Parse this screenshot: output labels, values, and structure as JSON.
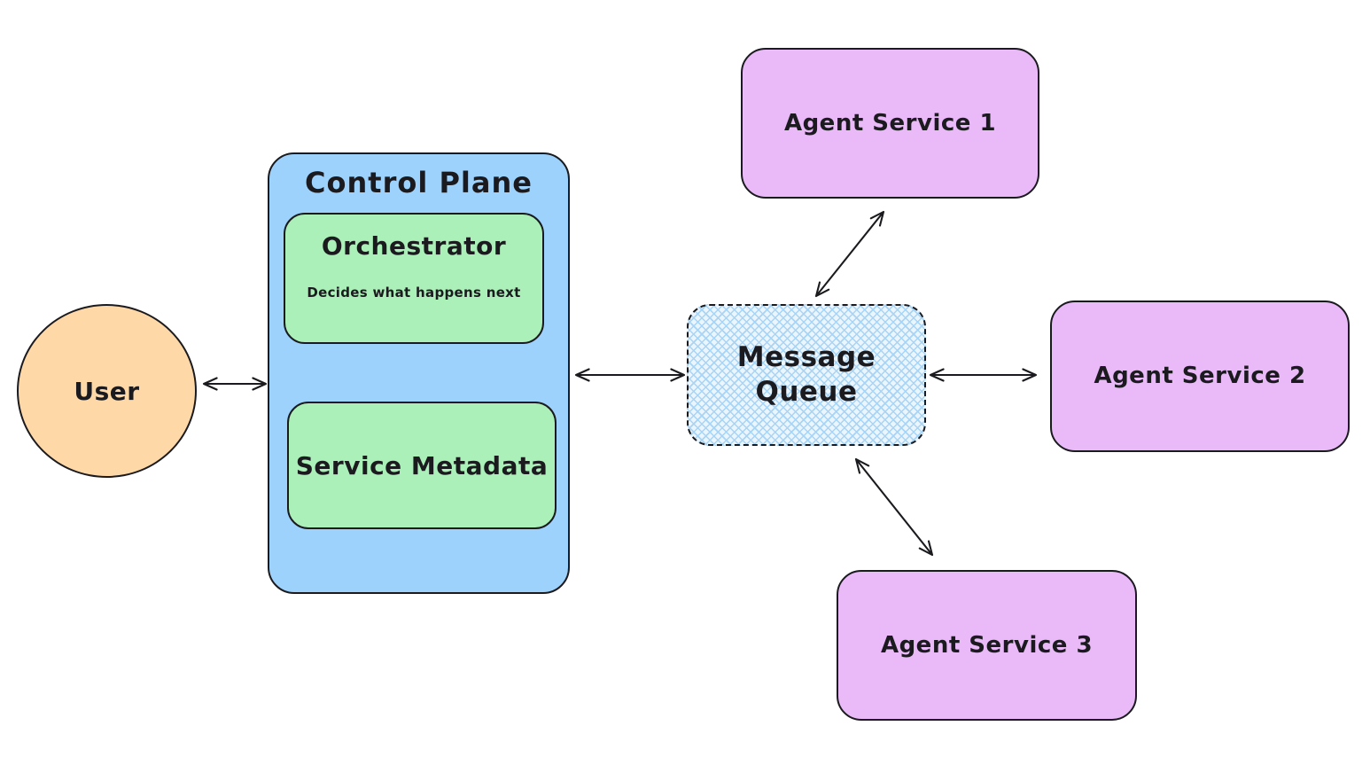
{
  "diagram": {
    "nodes": {
      "user": {
        "label": "User",
        "shape": "circle"
      },
      "control_plane": {
        "label": "Control Plane",
        "shape": "rounded-rect"
      },
      "orchestrator": {
        "label": "Orchestrator",
        "sublabel": "Decides what happens next",
        "shape": "rounded-rect"
      },
      "service_metadata": {
        "label": "Service Metadata",
        "shape": "rounded-rect"
      },
      "message_queue": {
        "label": "Message Queue",
        "shape": "rounded-rect-dashed-crosshatch"
      },
      "agent_service_1": {
        "label": "Agent Service 1",
        "shape": "rounded-rect"
      },
      "agent_service_2": {
        "label": "Agent Service 2",
        "shape": "rounded-rect"
      },
      "agent_service_3": {
        "label": "Agent Service 3",
        "shape": "rounded-rect"
      }
    },
    "connections": [
      {
        "from": "user",
        "to": "control_plane",
        "style": "double-arrow"
      },
      {
        "from": "control_plane",
        "to": "message_queue",
        "style": "double-arrow"
      },
      {
        "from": "message_queue",
        "to": "agent_service_1",
        "style": "double-arrow"
      },
      {
        "from": "message_queue",
        "to": "agent_service_2",
        "style": "double-arrow"
      },
      {
        "from": "message_queue",
        "to": "agent_service_3",
        "style": "double-arrow"
      }
    ],
    "colors": {
      "user_fill": "#ffd8a8",
      "control_plane_fill": "#9dd2fc",
      "inner_fill": "#abf0b8",
      "queue_fill": "#eaf5fd",
      "queue_hatch": "#a8d4f5",
      "agent_fill": "#e9b9f8",
      "stroke": "#1b1b1f"
    }
  }
}
